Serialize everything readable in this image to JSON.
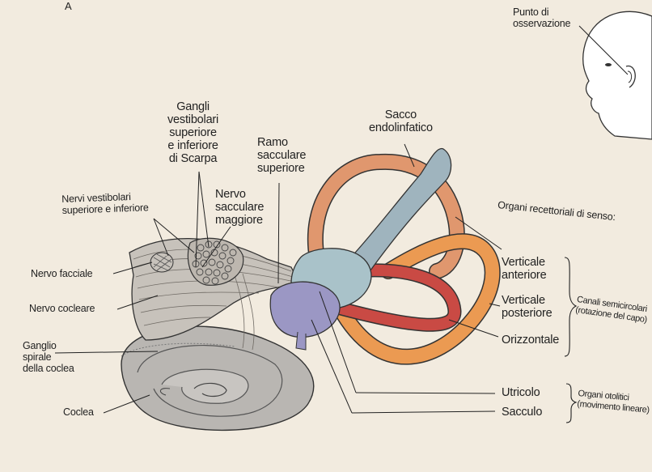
{
  "figure": {
    "panel_letter": "A",
    "labels": {
      "punto_osservazione": "Punto di\nosservazione",
      "gangli_vestibolari": "Gangli\nvestibolari\nsuperiore\ne inferiore\ndi Scarpa",
      "ramo_sacculare": "Ramo\nsacculare\nsuperiore",
      "sacco_endolinfatico": "Sacco\nendolinfatico",
      "nervi_vestibolari": "Nervi vestibolari\nsuperiore e inferiore",
      "nervo_sacculare": "Nervo\nsacculare\nmaggiore",
      "organi_recettoriali": "Organi recettoriali di senso:",
      "nervo_facciale": "Nervo facciale",
      "nervo_cocleare": "Nervo cocleare",
      "ganglio_spirale": "Ganglio\nspirale\ndella coclea",
      "coclea": "Coclea",
      "verticale_anteriore": "Verticale\nanteriore",
      "verticale_posteriore": "Verticale\nposteriore",
      "orizzontale": "Orizzontale",
      "canali_semicircolari": "Canali semicircolari\n(rotazione del capo)",
      "utricolo": "Utricolo",
      "sacculo": "Sacculo",
      "organi_otolitici": "Organi otolitici\n(movimento lineare)"
    },
    "colors": {
      "background": "#f2ebdf",
      "anterior_canal": "#e0976e",
      "posterior_canal": "#eb9a52",
      "horizontal_canal": "#c94a44",
      "utricle": "#a9c2c9",
      "saccule": "#9b97c4",
      "endolymphatic_sac": "#9fb4be",
      "cochlea": "#b9b6b2",
      "nerve": "#c7c2bb"
    }
  }
}
